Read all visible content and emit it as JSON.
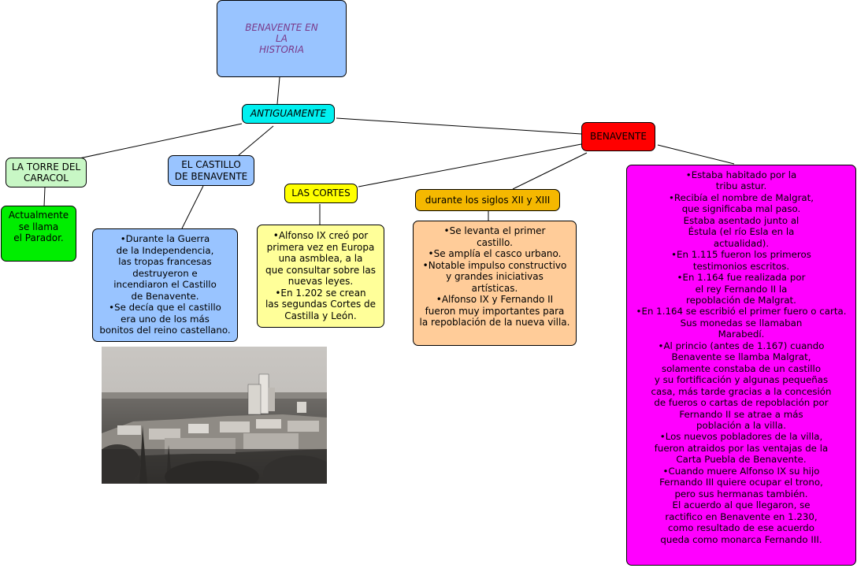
{
  "nodes": {
    "title": "BENAVENTE EN\nLA\nHISTORIA",
    "antiguamente": "ANTIGUAMENTE",
    "benavente": "BENAVENTE",
    "torre": "LA TORRE DEL\nCARACOL",
    "castillo": "EL CASTILLO\nDE BENAVENTE",
    "cortes": "LAS CORTES",
    "siglos": "durante los siglos XII y XIII",
    "actualmente": "Actualmente\nse llama\nel Parador.",
    "castillo_detail": "•Durante la Guerra\nde la Independencia,\nlas tropas francesas\ndestruyeron e\nincendiaron el Castillo\nde Benavente.\n•Se decía que el castillo\nera uno de los más\nbonitos del reino castellano.",
    "cortes_detail": "•Alfonso IX creó por\nprimera vez en Europa\nuna asmblea, a la\nque consultar sobre las\nnuevas leyes.\n•En 1.202 se crean\nlas segundas Cortes de\nCastilla y León.",
    "siglos_detail": "•Se levanta el primer\ncastillo.\n•Se amplía el casco urbano.\n•Notable impulso constructivo\ny grandes iniciativas\nartísticas.\n•Alfonso IX y Fernando II\nfueron muy importantes para\nla repoblación de la nueva villa.",
    "benavente_detail": "•Estaba habitado por la\ntribu astur.\n•Recibía el nombre de Malgrat,\nque significaba mal paso.\nEstaba asentado junto al\nÉstula (el río Esla en la\nactualidad).\n•En 1.115 fueron los primeros\ntestimonios escritos.\n•En 1.164 fue realizada por\nel rey Fernando II la\nrepoblación de Malgrat.\n•En 1.164 se escribió el primer fuero o carta.\nSus monedas se llamaban\nMarabedí.\n•Al princio (antes de 1.167) cuando\nBenavente se llamba Malgrat,\nsolamente constaba de un castillo\ny su fortificación y algunas pequeñas\ncasa, más tarde gracias a la concesión\nde fueros o cartas de repoblación por\nFernando II se atrae a más\npoblación a la villa.\n•Los nuevos pobladores de la villa,\nfueron atraidos por las ventajas de la\nCarta Puebla de Benavente.\n•Cuando muere Alfonso IX su hijo\nFernando III quiere ocupar el trono,\npero sus hermanas también.\nEl acuerdo al que llegaron, se\nractifico en Benavente en 1.230,\ncomo resultado de ese acuerdo\nqueda como monarca Fernando III."
  },
  "colors": {
    "title": "#99c4ff",
    "antiguamente": "#00f0f0",
    "benavente": "#ff0000",
    "torre": "#c8f7c5",
    "castillo": "#99c4ff",
    "cortes": "#ffff00",
    "siglos": "#f5b800",
    "actualmente": "#00ee00",
    "castillo_detail": "#99c4ff",
    "cortes_detail": "#ffff99",
    "siglos_detail": "#ffcc99",
    "benavente_detail": "#ff00ff"
  }
}
